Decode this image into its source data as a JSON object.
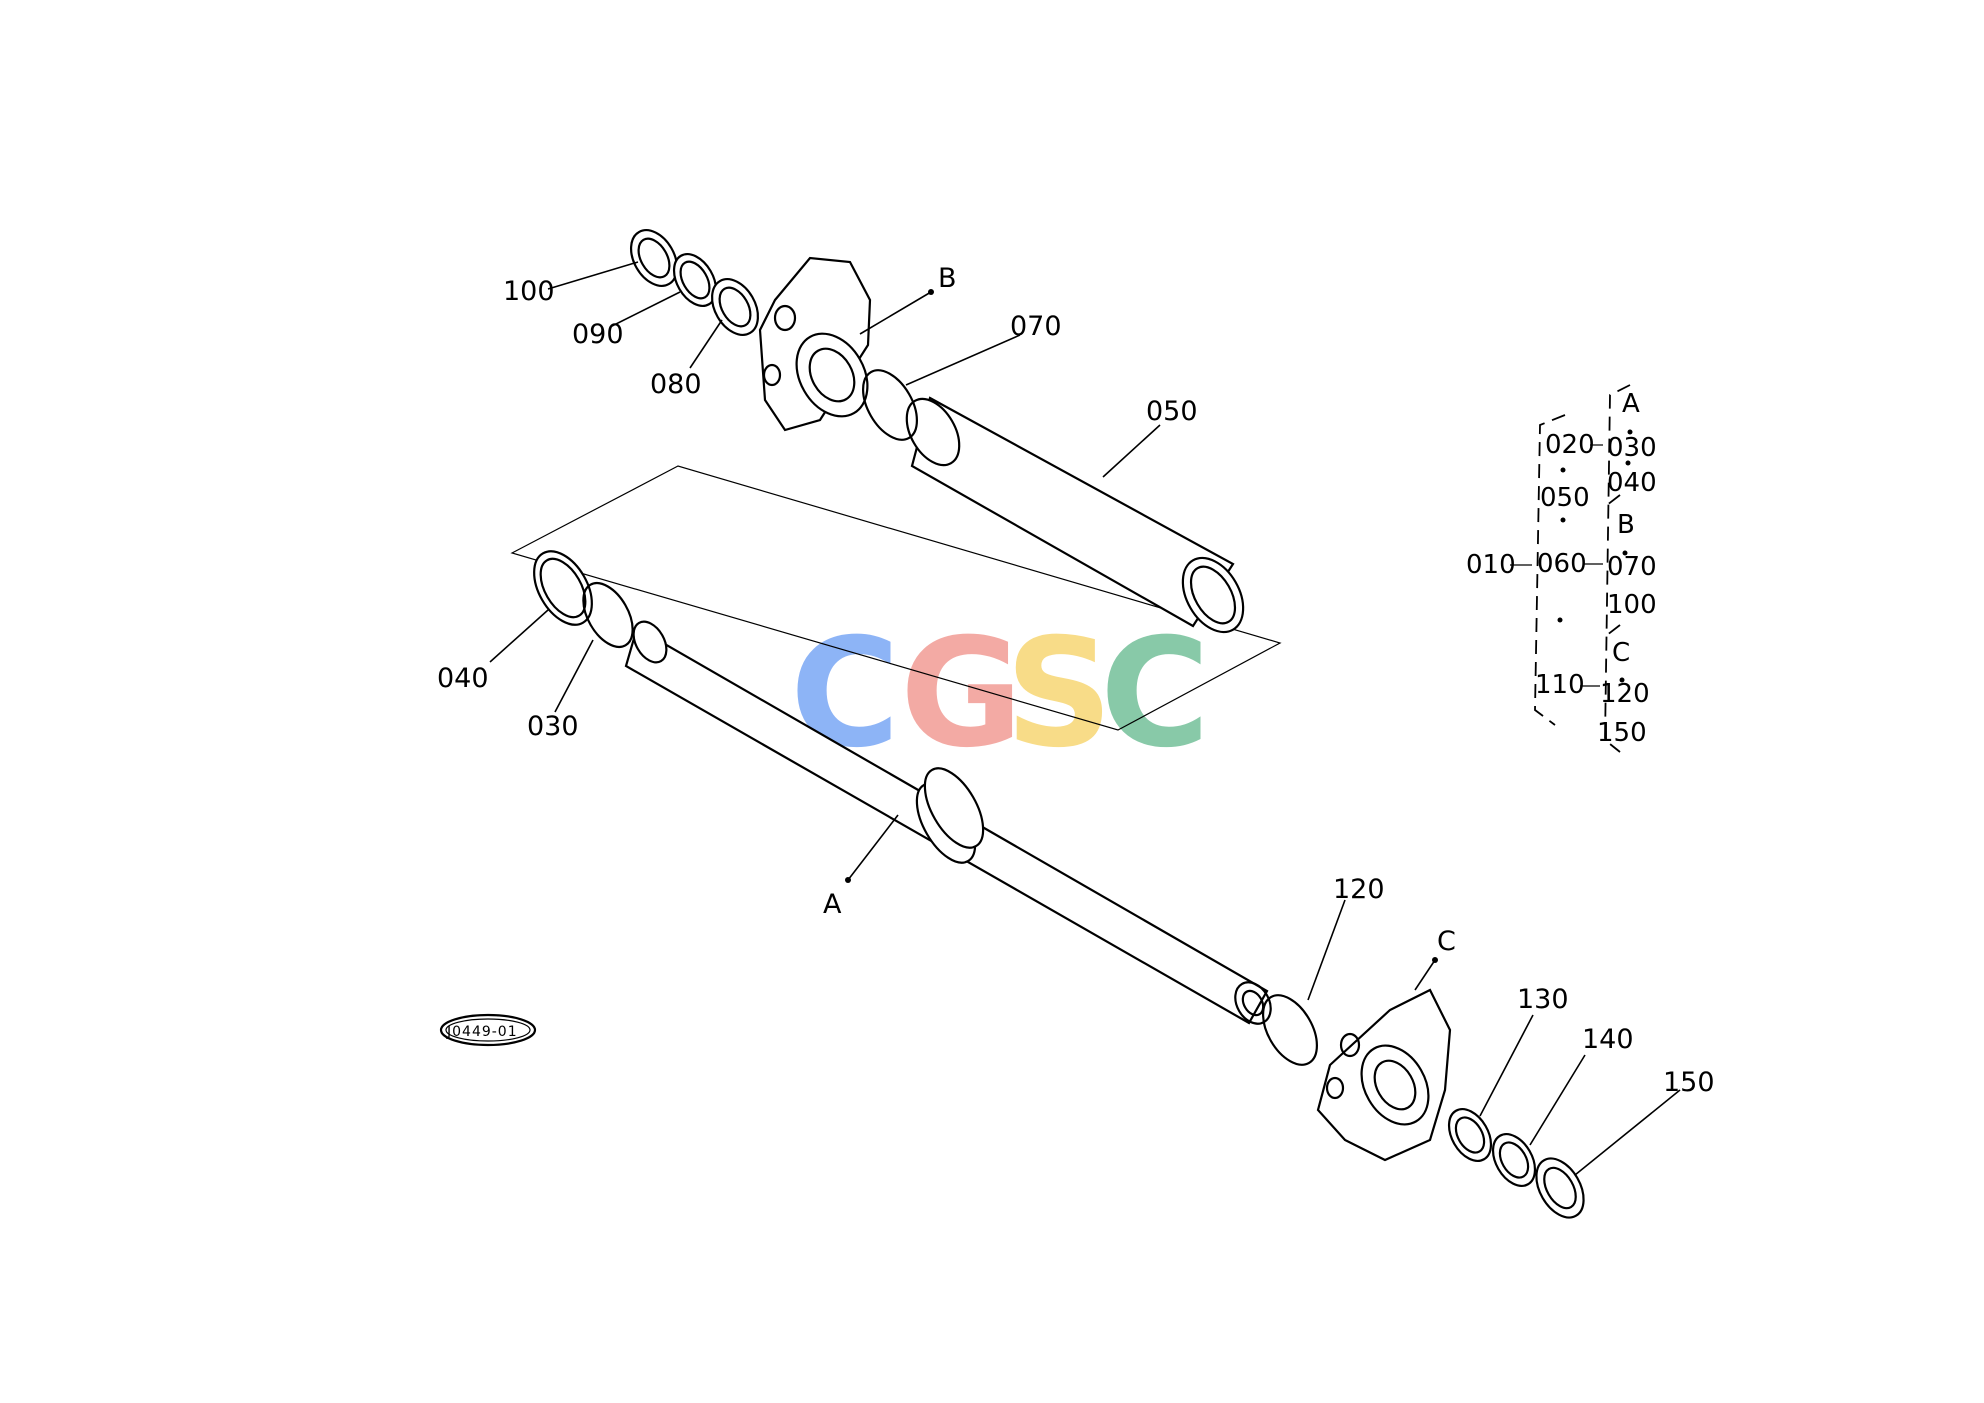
{
  "drawing": {
    "code": "J0449-01",
    "callouts": [
      "100",
      "090",
      "080",
      "070",
      "050",
      "040",
      "030",
      "120",
      "130",
      "140",
      "150"
    ],
    "points": [
      "A",
      "B",
      "C"
    ]
  },
  "legend": {
    "main": "010",
    "col1": [
      "020",
      "050",
      "060",
      "110"
    ],
    "col2": [
      "030",
      "040",
      "070",
      "100",
      "120",
      "150"
    ],
    "groups": [
      "A",
      "B",
      "C"
    ]
  },
  "watermark": {
    "letters": [
      "C",
      "G",
      "S",
      "C"
    ],
    "colors": [
      "#7aa7f5",
      "#f29c95",
      "#f7d774",
      "#74c09a"
    ]
  }
}
